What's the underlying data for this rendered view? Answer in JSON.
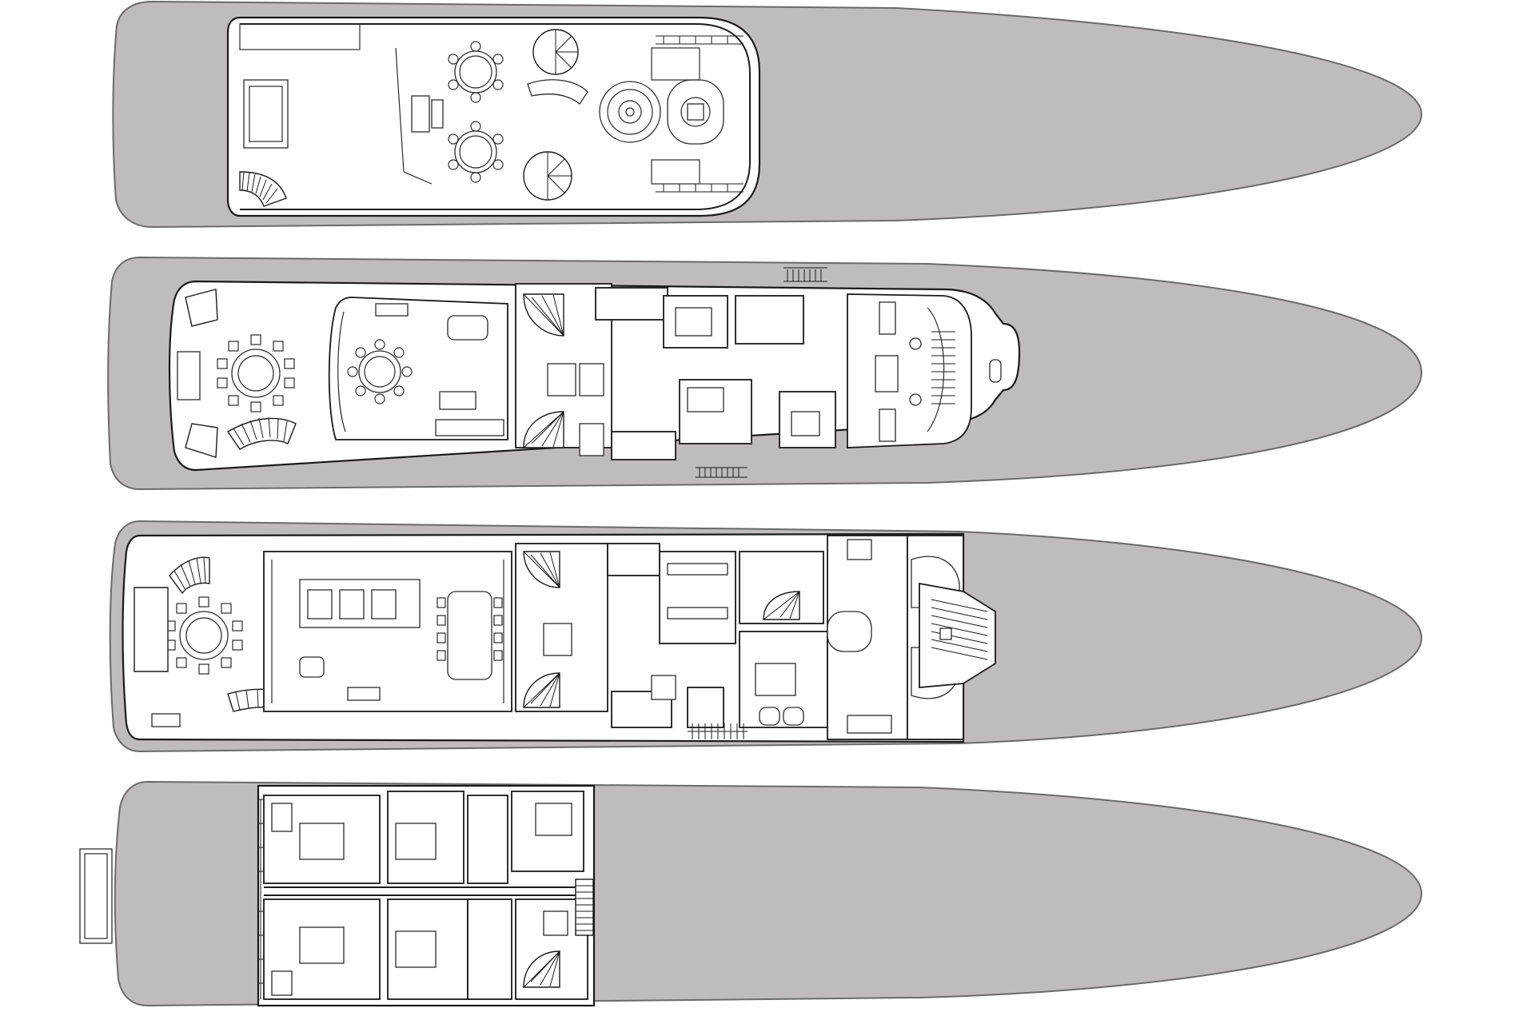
{
  "image": {
    "width": 1900,
    "height": 1266,
    "background": "#ffffff"
  },
  "colors": {
    "hull": "#bfbcbe",
    "hull_outline": "#6a6a6a",
    "linework": "#1a1a1a",
    "deck_fill": "#ffffff"
  },
  "decks": [
    {
      "key": "deck-1",
      "order": 1
    },
    {
      "key": "deck-2",
      "order": 2
    },
    {
      "key": "deck-3",
      "order": 3
    },
    {
      "key": "deck-4",
      "order": 4
    }
  ]
}
